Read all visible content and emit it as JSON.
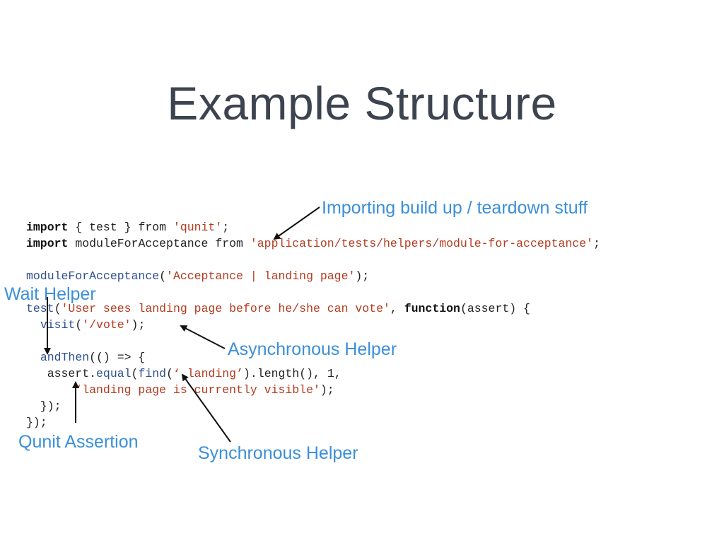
{
  "slide": {
    "title": "Example Structure"
  },
  "code": {
    "line1": {
      "kw_import": "import",
      "rest1": " { test } from ",
      "str": "'qunit'",
      "end": ";"
    },
    "line2": {
      "kw_import": "import",
      "rest1": " moduleForAcceptance from ",
      "str": "'application/tests/helpers/module-for-acceptance'",
      "end": ";"
    },
    "line4": {
      "fn": "moduleForAcceptance",
      "open": "(",
      "str": "'Acceptance | landing page'",
      "end": ");"
    },
    "line6": {
      "fn": "test",
      "open": "(",
      "str": "'User sees landing page before he/she can vote'",
      "mid": ", ",
      "kw": "function",
      "end": "(assert) {"
    },
    "line7": {
      "indent": "  ",
      "fn": "visit",
      "open": "(",
      "str": "'/vote'",
      "end": ");"
    },
    "line9": {
      "indent": "  ",
      "fn": "andThen",
      "end": "(() => {"
    },
    "line10": {
      "indent": "   assert.",
      "fn": "equal",
      "open": "(",
      "fn2": "find",
      "open2": "(",
      "str": "‘.landing’",
      "end": ").length(), 1,"
    },
    "line11": {
      "indent": "       ",
      "str": "‘landing page is currently visible'",
      "end": ");"
    },
    "line12": {
      "text": "  });"
    },
    "line13": {
      "text": "});"
    }
  },
  "annotations": {
    "importing": "Importing build up / teardown stuff",
    "wait": "Wait Helper",
    "async": "Asynchronous Helper",
    "qunit": "Qunit Assertion",
    "sync": "Synchronous Helper"
  }
}
